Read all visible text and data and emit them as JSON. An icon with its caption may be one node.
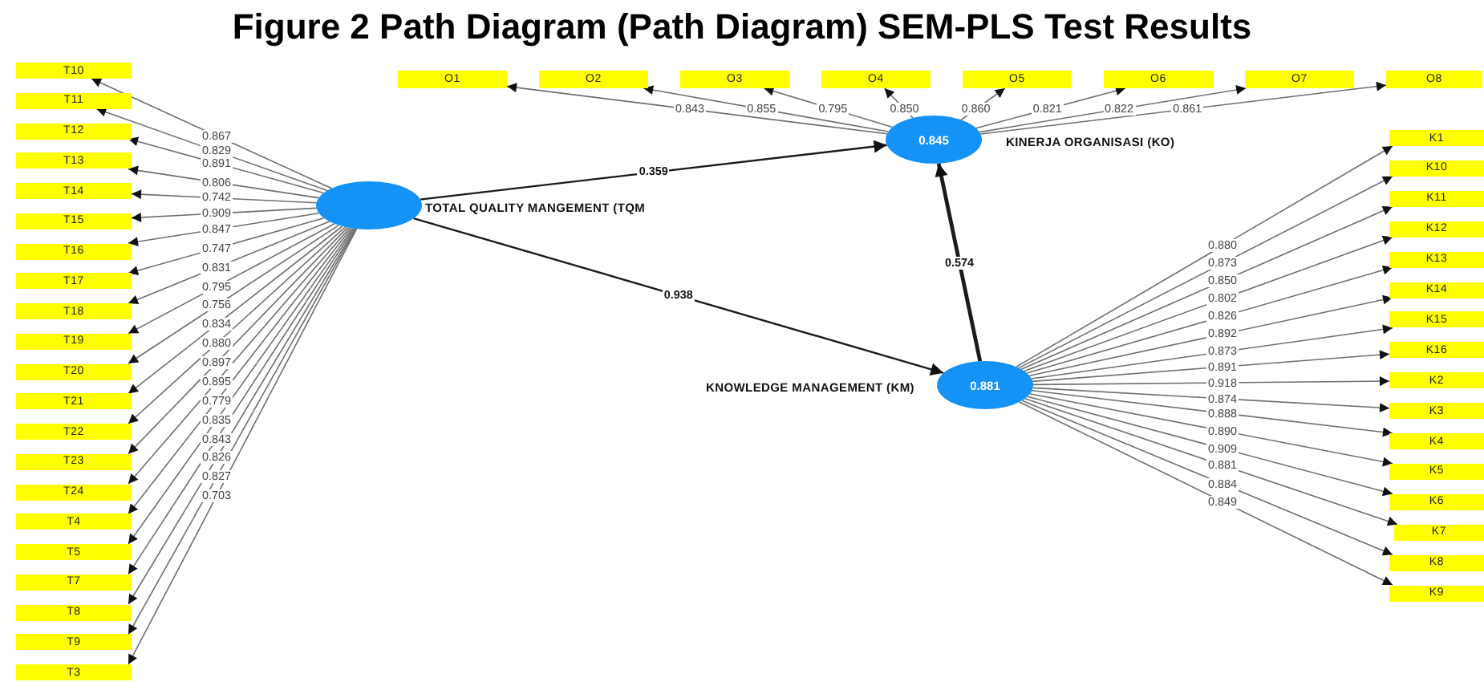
{
  "diagram": {
    "title": "Figure 2 Path Diagram (Path Diagram) SEM-PLS Test Results",
    "nodes": [
      {
        "text": [
          "T10"
        ]
      },
      {
        "text": [
          "T11"
        ]
      },
      {
        "text": [
          "T12"
        ]
      },
      {
        "text": [
          "T13"
        ]
      },
      {
        "text": [
          "T14"
        ]
      },
      {
        "text": [
          "T15"
        ]
      },
      {
        "text": [
          "T16"
        ]
      },
      {
        "text": [
          "T17"
        ]
      },
      {
        "text": [
          "T18"
        ]
      },
      {
        "text": [
          "T19"
        ]
      },
      {
        "text": [
          "T20"
        ]
      },
      {
        "text": [
          "T21"
        ]
      },
      {
        "text": [
          "T22"
        ]
      },
      {
        "text": [
          "T23"
        ]
      },
      {
        "text": [
          "T24"
        ]
      },
      {
        "text": [
          "T4"
        ]
      },
      {
        "text": [
          "T5"
        ]
      },
      {
        "text": [
          "T7"
        ]
      },
      {
        "text": [
          "T8"
        ]
      },
      {
        "text": [
          "T9"
        ]
      },
      {
        "text": [
          "T3"
        ]
      },
      {
        "text": [],
        "shape": "circle",
        "beside": [
          "TOTAL QUALITY MANGEMENT (TQM"
        ]
      },
      {
        "text": [
          "O1"
        ]
      },
      {
        "text": [
          "O2"
        ]
      },
      {
        "text": [
          "O3"
        ]
      },
      {
        "text": [
          "O4"
        ]
      },
      {
        "text": [
          "O5"
        ]
      },
      {
        "text": [
          "O6"
        ]
      },
      {
        "text": [
          "O7"
        ]
      },
      {
        "text": [
          "O8"
        ]
      },
      {
        "text": [
          "0.845"
        ],
        "beside": [
          "KINERJA ORGANISASI (KO)"
        ]
      },
      {
        "text": [
          "0.881"
        ],
        "beside": [
          "KNOWLEDGE MANAGEMENT (KM)"
        ]
      },
      {
        "text": [
          "K1"
        ]
      },
      {
        "text": [
          "K10"
        ]
      },
      {
        "text": [
          "K11"
        ]
      },
      {
        "text": [
          "K12"
        ]
      },
      {
        "text": [
          "K13"
        ]
      },
      {
        "text": [
          "K14"
        ]
      },
      {
        "text": [
          "K15"
        ]
      },
      {
        "text": [
          "K16"
        ]
      },
      {
        "text": [
          "K2"
        ]
      },
      {
        "text": [
          "K3"
        ]
      },
      {
        "text": [
          "K4"
        ]
      },
      {
        "text": [
          "K5"
        ]
      },
      {
        "text": [
          "K6"
        ]
      },
      {
        "text": [
          "K7"
        ]
      },
      {
        "text": [
          "K8"
        ]
      },
      {
        "text": [
          "K9"
        ]
      }
    ],
    "edges": [
      {
        "from": 21,
        "to": 0,
        "arrow": "to",
        "label": "0.867"
      },
      {
        "from": 21,
        "to": 1,
        "arrow": "to",
        "label": "0.829"
      },
      {
        "from": 21,
        "to": 2,
        "arrow": "to",
        "label": "0.891"
      },
      {
        "from": 21,
        "to": 3,
        "arrow": "to",
        "label": "0.806"
      },
      {
        "from": 21,
        "to": 4,
        "arrow": "to",
        "label": "0.742"
      },
      {
        "from": 21,
        "to": 5,
        "arrow": "to",
        "label": "0.909"
      },
      {
        "from": 21,
        "to": 6,
        "arrow": "to",
        "label": "0.847"
      },
      {
        "from": 21,
        "to": 7,
        "arrow": "to",
        "label": "0.747"
      },
      {
        "from": 21,
        "to": 8,
        "arrow": "to",
        "label": "0.831"
      },
      {
        "from": 21,
        "to": 9,
        "arrow": "to",
        "label": "0.795"
      },
      {
        "from": 21,
        "to": 10,
        "arrow": "to",
        "label": "0.756"
      },
      {
        "from": 21,
        "to": 11,
        "arrow": "to",
        "label": "0.834"
      },
      {
        "from": 21,
        "to": 12,
        "arrow": "to",
        "label": "0.880"
      },
      {
        "from": 21,
        "to": 13,
        "arrow": "to",
        "label": "0.897"
      },
      {
        "from": 21,
        "to": 14,
        "arrow": "to",
        "label": "0.895"
      },
      {
        "from": 21,
        "to": 15,
        "arrow": "to",
        "label": "0.779"
      },
      {
        "from": 21,
        "to": 16,
        "arrow": "to",
        "label": "0.835"
      },
      {
        "from": 21,
        "to": 17,
        "arrow": "to",
        "label": "0.843"
      },
      {
        "from": 21,
        "to": 18,
        "arrow": "to",
        "label": "0.826"
      },
      {
        "from": 21,
        "to": 19,
        "arrow": "to",
        "label": "0.827"
      },
      {
        "from": 21,
        "to": 20,
        "arrow": "to",
        "label": "0.703"
      },
      {
        "from": 30,
        "to": 22,
        "arrow": "to",
        "label": "0.843"
      },
      {
        "from": 30,
        "to": 23,
        "arrow": "to",
        "label": "0.855"
      },
      {
        "from": 30,
        "to": 24,
        "arrow": "to",
        "label": "0.795"
      },
      {
        "from": 30,
        "to": 25,
        "arrow": "to",
        "label": "0.850"
      },
      {
        "from": 30,
        "to": 26,
        "arrow": "to",
        "label": "0.860"
      },
      {
        "from": 30,
        "to": 27,
        "arrow": "to",
        "label": "0.821"
      },
      {
        "from": 30,
        "to": 28,
        "arrow": "to",
        "label": "0.822"
      },
      {
        "from": 30,
        "to": 29,
        "arrow": "to",
        "label": "0.861"
      },
      {
        "from": 21,
        "to": 30,
        "arrow": "to",
        "label": "0.359"
      },
      {
        "from": 21,
        "to": 31,
        "arrow": "to",
        "label": "0.938"
      },
      {
        "from": 31,
        "to": 30,
        "arrow": "to",
        "label": "0.574",
        "style": "thick"
      },
      {
        "from": 31,
        "to": 32,
        "arrow": "to",
        "label": "0.880"
      },
      {
        "from": 31,
        "to": 33,
        "arrow": "to",
        "label": "0.873"
      },
      {
        "from": 31,
        "to": 34,
        "arrow": "to",
        "label": "0.850"
      },
      {
        "from": 31,
        "to": 35,
        "arrow": "to",
        "label": "0.802"
      },
      {
        "from": 31,
        "to": 36,
        "arrow": "to",
        "label": "0.826"
      },
      {
        "from": 31,
        "to": 37,
        "arrow": "to",
        "label": "0.892"
      },
      {
        "from": 31,
        "to": 38,
        "arrow": "to",
        "label": "0.873"
      },
      {
        "from": 31,
        "to": 39,
        "arrow": "to",
        "label": "0.891"
      },
      {
        "from": 31,
        "to": 40,
        "arrow": "to",
        "label": "0.918"
      },
      {
        "from": 31,
        "to": 41,
        "arrow": "to",
        "label": "0.874"
      },
      {
        "from": 31,
        "to": 42,
        "arrow": "to",
        "label": "0.888"
      },
      {
        "from": 31,
        "to": 43,
        "arrow": "to",
        "label": "0.890"
      },
      {
        "from": 31,
        "to": 44,
        "arrow": "to",
        "label": "0.909"
      },
      {
        "from": 31,
        "to": 45,
        "arrow": "to",
        "label": "0.881"
      },
      {
        "from": 31,
        "to": 46,
        "arrow": "to",
        "label": "0.884"
      },
      {
        "from": 31,
        "to": 47,
        "arrow": "to",
        "label": "0.849"
      }
    ]
  }
}
